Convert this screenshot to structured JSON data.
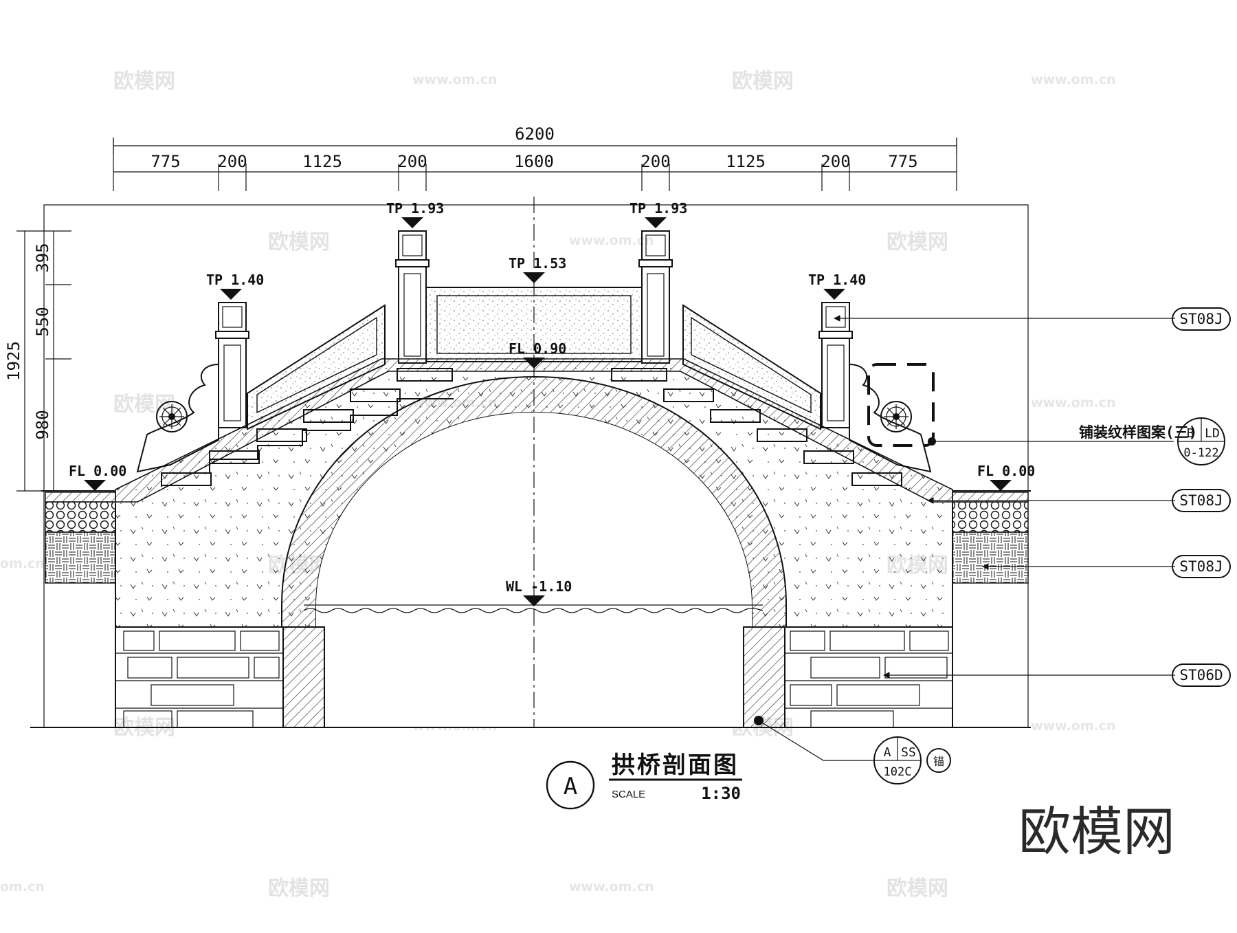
{
  "drawing": {
    "title_cn": "拱桥剖面图",
    "section_letter": "A",
    "scale_label": "SCALE",
    "scale_value": "1:30"
  },
  "dimensions": {
    "overall": "6200",
    "top_segments": [
      "775",
      "200",
      "1125",
      "200",
      "1600",
      "200",
      "1125",
      "200",
      "775"
    ],
    "left_total": "1925",
    "left_segments": [
      "395",
      "550",
      "980"
    ]
  },
  "levels": {
    "tp_outer_left": "TP 1.40",
    "tp_inner_left": "TP 1.93",
    "tp_center": "TP 1.53",
    "tp_inner_right": "TP 1.93",
    "tp_outer_right": "TP 1.40",
    "fl_top": "FL 0.90",
    "fl_left": "FL 0.00",
    "fl_right": "FL 0.00",
    "wl": "WL -1.10"
  },
  "callouts": {
    "post_ref": "ST08J",
    "paving_pattern_label": "铺装纹样图案(三)",
    "paving_ref_a": "B",
    "paving_ref_b": "LD",
    "paving_ref_c": "0-122",
    "deck_ref": "ST08J",
    "ground_ref": "ST08J",
    "masonry_ref": "ST06D",
    "anchor_ref_a": "A",
    "anchor_ref_b": "SS",
    "anchor_ref_c": "102C",
    "anchor_tag": "锚"
  },
  "watermarks": {
    "brand": "欧模网",
    "url": "www.om.cn",
    "url_short": "om.cn"
  }
}
